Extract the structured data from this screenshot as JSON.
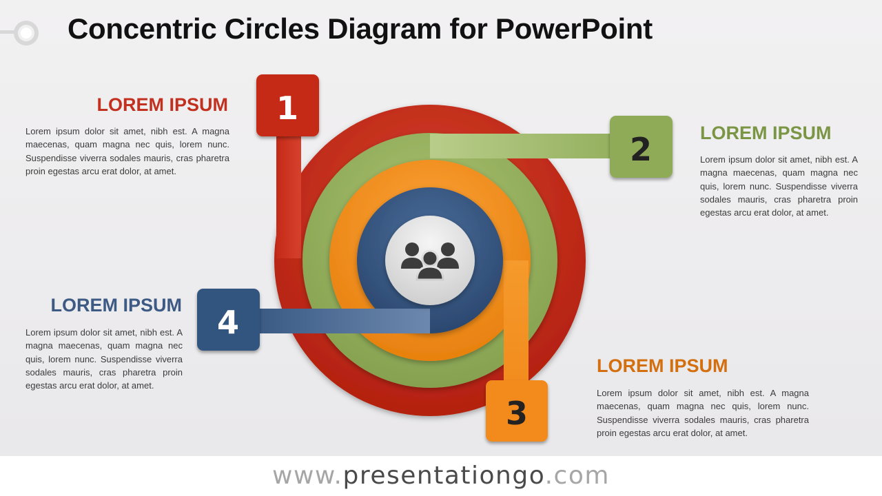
{
  "title": "Concentric Circles Diagram for PowerPoint",
  "colors": {
    "red": "#c2301f",
    "green": "#91ad5a",
    "orange": "#f28a1c",
    "blue": "#33547f",
    "center": "#dcdcdc"
  },
  "center_icon": "group-of-people-icon",
  "items": [
    {
      "number": "1",
      "heading": "LOREM IPSUM",
      "text": "Lorem ipsum dolor sit amet, nibh est. A magna maecenas, quam magna nec quis, lorem nunc. Suspendisse viverra sodales mauris, cras pharetra proin egestas arcu erat dolor, at amet."
    },
    {
      "number": "2",
      "heading": "LOREM IPSUM",
      "text": "Lorem ipsum dolor sit amet, nibh est. A magna maecenas, quam magna nec quis, lorem nunc. Suspendisse viverra sodales mauris, cras pharetra proin egestas arcu erat dolor, at amet."
    },
    {
      "number": "3",
      "heading": "LOREM IPSUM",
      "text": "Lorem ipsum dolor sit amet, nibh est. A magna maecenas, quam magna nec quis, lorem nunc. Suspendisse viverra sodales mauris, cras pharetra proin egestas arcu erat dolor, at amet."
    },
    {
      "number": "4",
      "heading": "LOREM IPSUM",
      "text": "Lorem ipsum dolor sit amet, nibh est. A magna maecenas, quam magna nec quis, lorem nunc. Suspendisse viverra sodales mauris, cras pharetra proin egestas arcu erat dolor, at amet."
    }
  ],
  "footer": {
    "prefix": "www.",
    "site": "presentationgo",
    "suffix": ".com"
  }
}
